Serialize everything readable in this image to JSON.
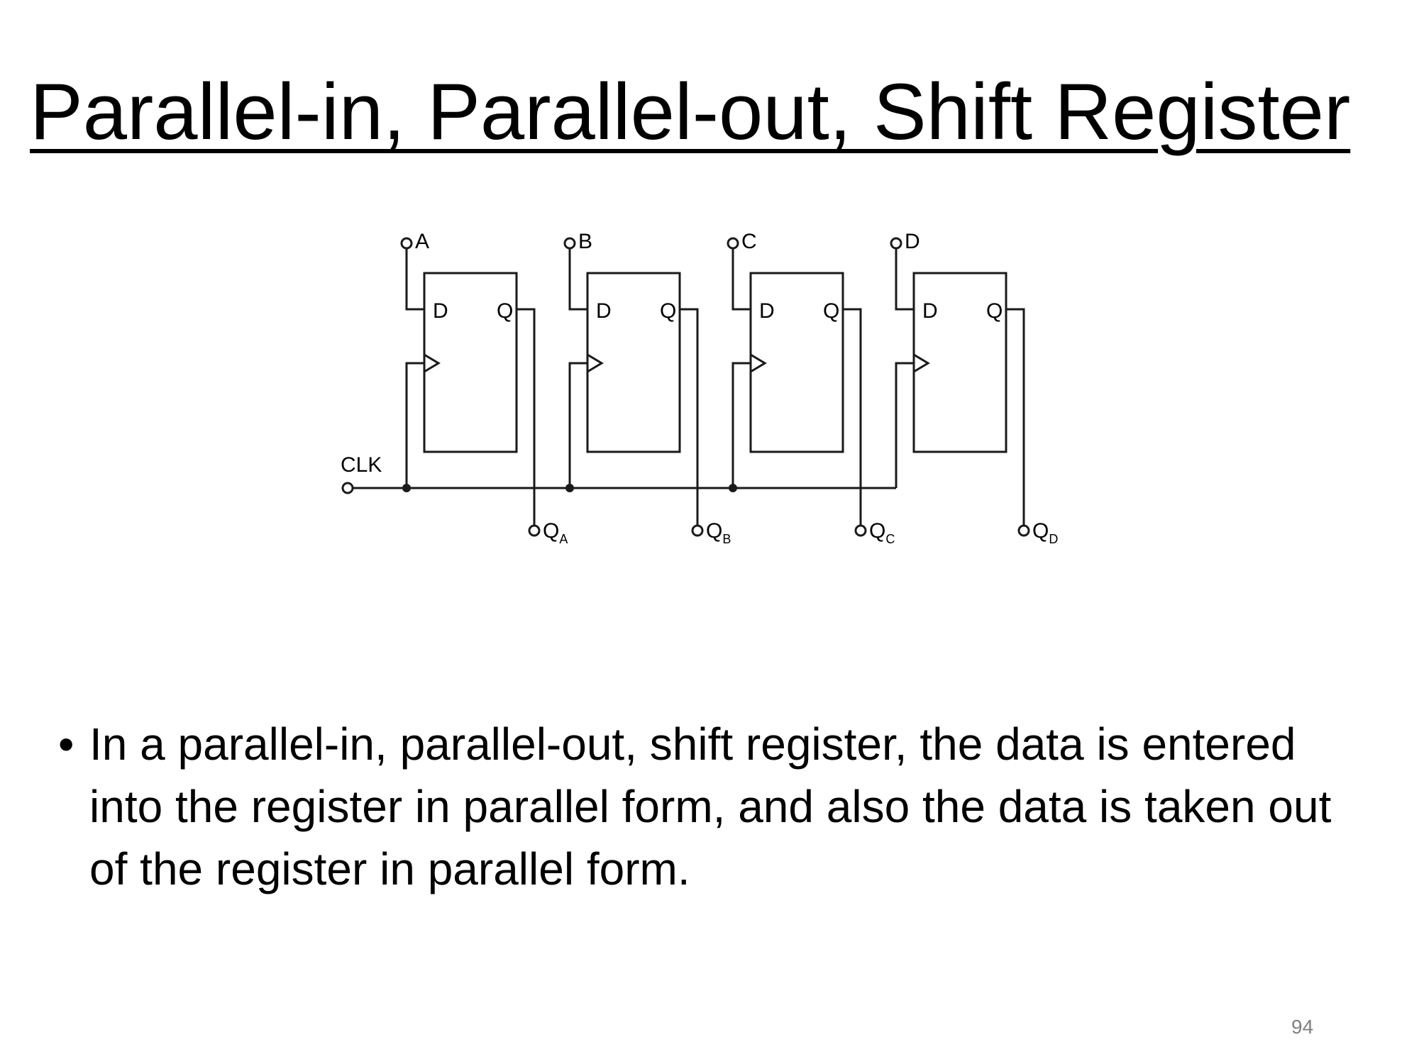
{
  "slide": {
    "title": "Parallel-in, Parallel-out, Shift Register",
    "bullets": [
      "In a parallel-in, parallel-out, shift register, the data is entered into the register in parallel form, and also the data is taken out of the register in parallel form."
    ],
    "page_number": "94"
  },
  "diagram": {
    "clock_label": "CLK",
    "flip_flops": [
      {
        "input_label": "A",
        "d_label": "D",
        "q_label": "Q",
        "output_main": "Q",
        "output_sub": "A"
      },
      {
        "input_label": "B",
        "d_label": "D",
        "q_label": "Q",
        "output_main": "Q",
        "output_sub": "B"
      },
      {
        "input_label": "C",
        "d_label": "D",
        "q_label": "Q",
        "output_main": "Q",
        "output_sub": "C"
      },
      {
        "input_label": "D",
        "d_label": "D",
        "q_label": "Q",
        "output_main": "Q",
        "output_sub": "D"
      }
    ],
    "colors": {
      "line": "#1a1a1a",
      "text": "#000000"
    }
  }
}
